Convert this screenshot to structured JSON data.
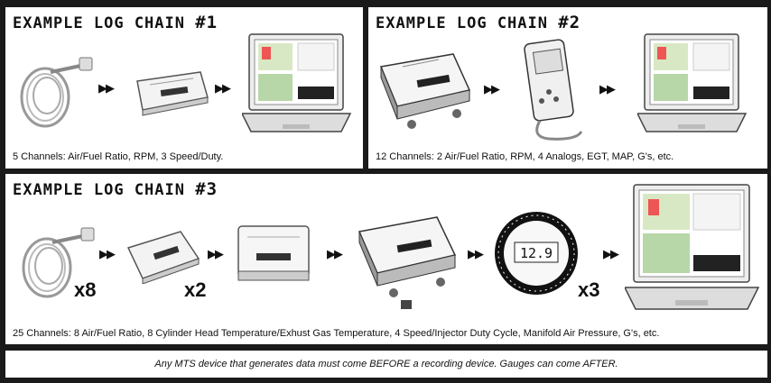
{
  "chain1": {
    "title_prefix": "EXAMPLE LOG CHAIN ",
    "title_number": "#1",
    "caption": "5 Channels: Air/Fuel Ratio, RPM, 3 Speed/Duty.",
    "arrow": "▶▶"
  },
  "chain2": {
    "title_prefix": "EXAMPLE LOG CHAIN ",
    "title_number": "#2",
    "caption": "12 Channels: 2 Air/Fuel Ratio, RPM, 4 Analogs, EGT, MAP, G's, etc.",
    "arrow": "▶▶"
  },
  "chain3": {
    "title_prefix": "EXAMPLE LOG CHAIN ",
    "title_number": "#3",
    "caption": "25 Channels: 8 Air/Fuel Ratio, 8 Cylinder Head Temperature/Exhust Gas Temperature, 4 Speed/Injector Duty Cycle, Manifold Air Pressure, G's, etc.",
    "arrow": "▶▶",
    "mult_sensor": "x8",
    "mult_module": "x2",
    "mult_gauge": "x3",
    "gauge_readout": "12.9"
  },
  "footer": {
    "note": "Any MTS device that generates data must come BEFORE a recording device. Gauges can come AFTER."
  },
  "icons": [
    "wideband-sensor-icon",
    "interface-module-icon",
    "logger-box-icon",
    "handheld-logger-icon",
    "laptop-icon",
    "gauge-icon"
  ]
}
